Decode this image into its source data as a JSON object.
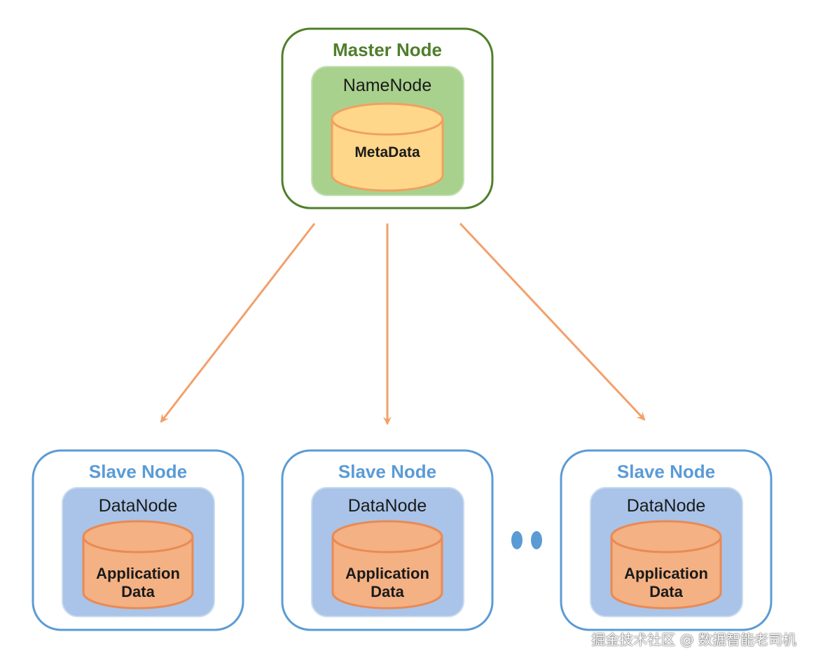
{
  "colors": {
    "master_border": "#4f7f2b",
    "master_title": "#4f7f2b",
    "master_inner_fill": "#a9d18e",
    "meta_db_fill": "#ffd78a",
    "meta_db_stroke": "#f0a15f",
    "slave_border": "#5b9bd5",
    "slave_title": "#5b9bd5",
    "slave_inner_fill": "#a9c4e8",
    "app_db_fill": "#f4b183",
    "app_db_stroke": "#e98a55",
    "arrow": "#f2a06a",
    "ellipsis_dots": "#5b9bd5"
  },
  "master": {
    "title": "Master Node",
    "inner_title": "NameNode",
    "db_label": "MetaData"
  },
  "slaves": [
    {
      "title": "Slave Node",
      "inner_title": "DataNode",
      "db_label_line1": "Application",
      "db_label_line2": "Data"
    },
    {
      "title": "Slave Node",
      "inner_title": "DataNode",
      "db_label_line1": "Application",
      "db_label_line2": "Data"
    },
    {
      "title": "Slave Node",
      "inner_title": "DataNode",
      "db_label_line1": "Application",
      "db_label_line2": "Data"
    }
  ],
  "watermark": "掘金技术社区 @ 数据智能老司机"
}
